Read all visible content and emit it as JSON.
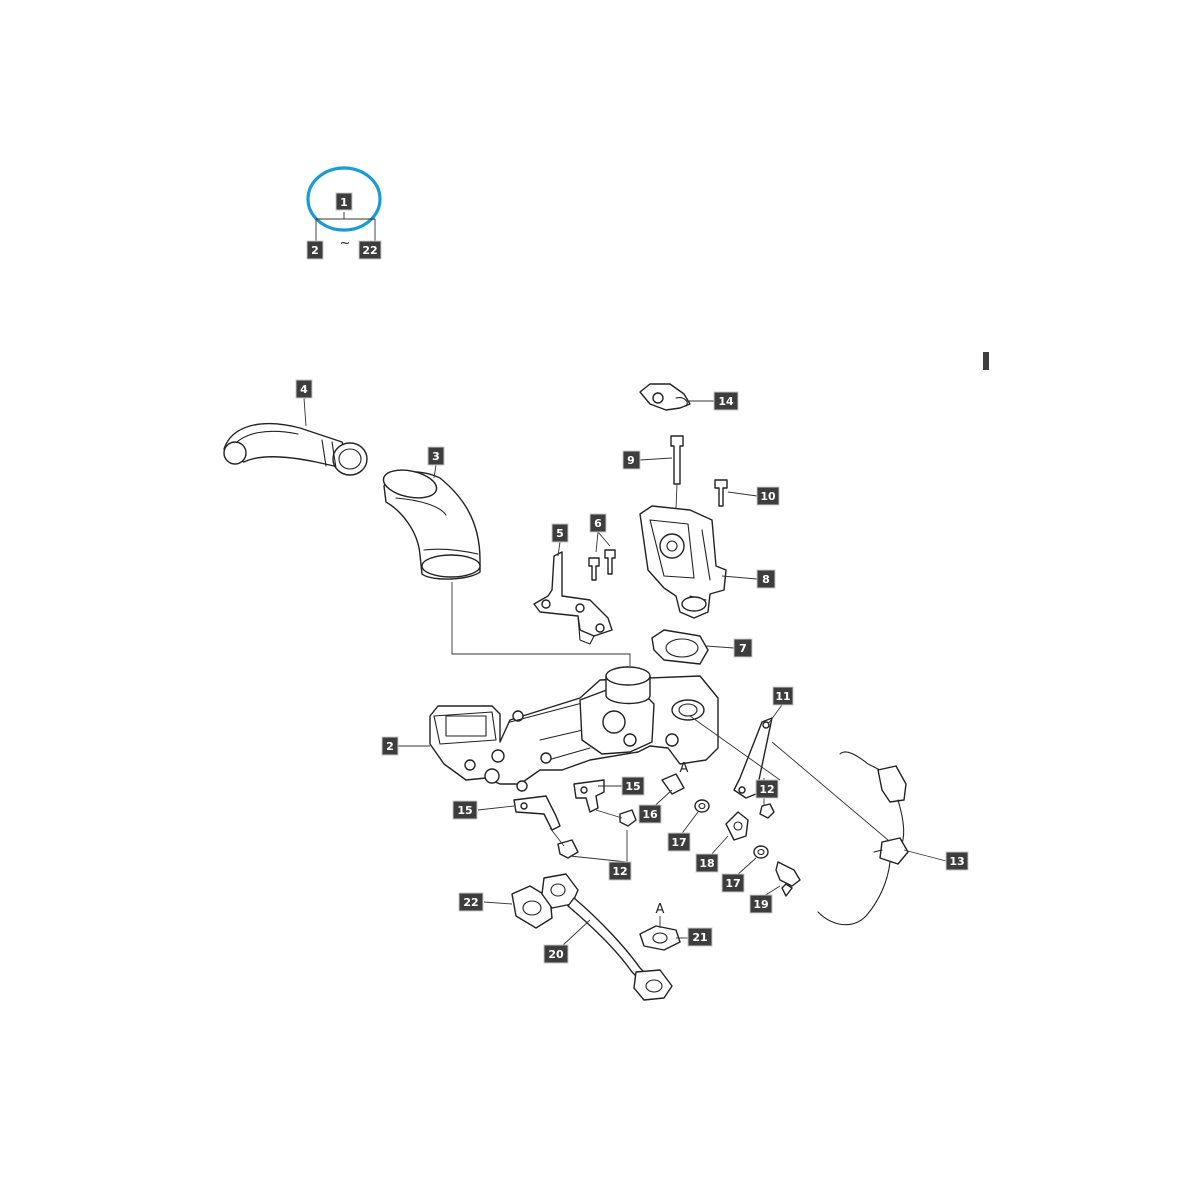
{
  "kit": {
    "top_label": "1",
    "range_start": "2",
    "range_separator": "~",
    "range_end": "22",
    "highlight_color": "#1a9ad6"
  },
  "callouts": {
    "c2": "2",
    "c3": "3",
    "c4": "4",
    "c5": "5",
    "c6": "6",
    "c7": "7",
    "c8": "8",
    "c9": "9",
    "c10": "10",
    "c11": "11",
    "c12a": "12",
    "c12b": "12",
    "c13": "13",
    "c14": "14",
    "c15a": "15",
    "c15b": "15",
    "c16": "16",
    "c17a": "17",
    "c17b": "17",
    "c18": "18",
    "c19": "19",
    "c20": "20",
    "c21": "21",
    "c22": "22"
  },
  "refs": {
    "a_upper": "A",
    "a_lower": "A"
  },
  "colors": {
    "callout_bg": "#3d3d3d",
    "callout_text": "#ffffff",
    "line": "#222222"
  }
}
